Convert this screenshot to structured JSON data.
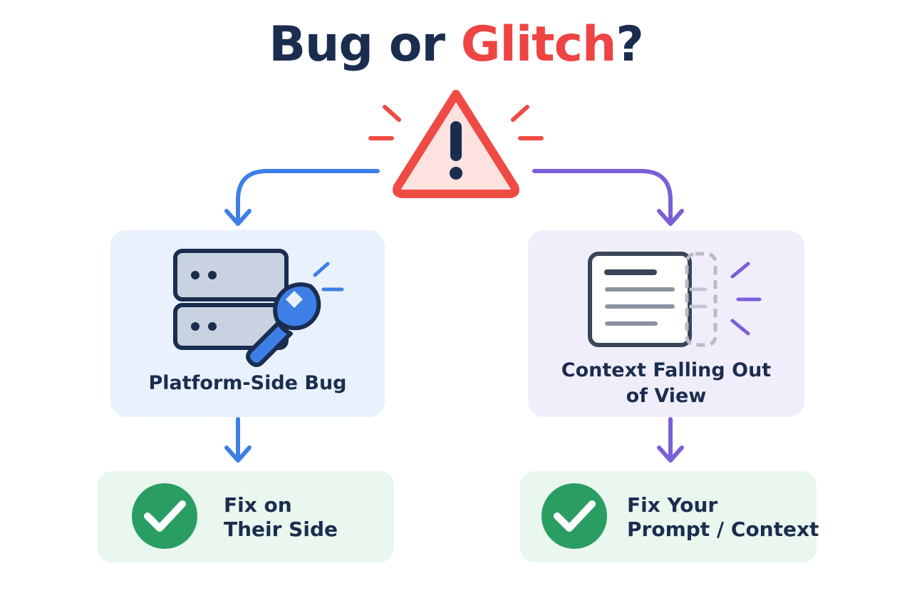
{
  "title": {
    "part1": "Bug or ",
    "accent": "Glitch",
    "part2": "?"
  },
  "left_branch": {
    "label": "Platform-Side Bug",
    "outcome_line1": "Fix on",
    "outcome_line2": "Their Side",
    "icon": "server-wrench-icon"
  },
  "right_branch": {
    "label_line1": "Context Falling Out",
    "label_line2": "of View",
    "outcome_line1": "Fix Your",
    "outcome_line2": "Prompt / Context",
    "icon": "faded-document-icon"
  },
  "colors": {
    "title": "#1b2d4f",
    "accent": "#ee4444",
    "warning": "#ef4b45",
    "left_arrow": "#3d7fe6",
    "right_arrow": "#7b5fd8",
    "check": "#2a9d63"
  }
}
